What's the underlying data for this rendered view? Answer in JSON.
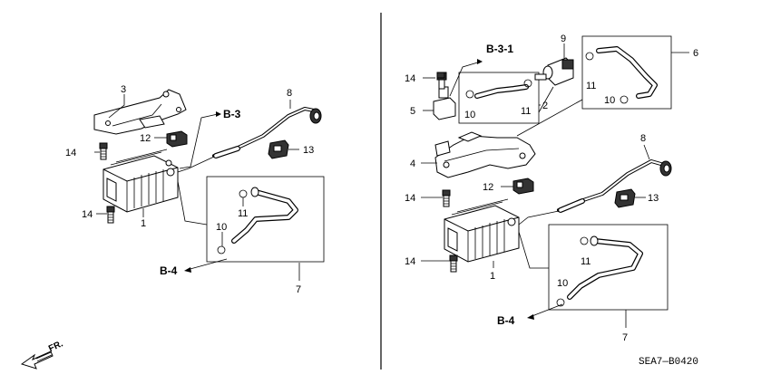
{
  "labels": {
    "left_1": "1",
    "left_3": "3",
    "left_7": "7",
    "left_8": "8",
    "left_10": "10",
    "left_11": "11",
    "left_12": "12",
    "left_13": "13",
    "left_14a": "14",
    "left_14b": "14",
    "right_1": "1",
    "right_2": "2",
    "right_4": "4",
    "right_5": "5",
    "right_6": "6",
    "right_7": "7",
    "right_8": "8",
    "right_9": "9",
    "right_10a": "10",
    "right_10b": "10",
    "right_10c": "10",
    "right_11a": "11",
    "right_11b": "11",
    "right_11c": "11",
    "right_12": "12",
    "right_13": "13",
    "right_14a": "14",
    "right_14b": "14",
    "right_14c": "14"
  },
  "refs": {
    "left_b3": "B-3",
    "left_b4": "B-4",
    "right_b31": "B-3-1",
    "right_b4": "B-4"
  },
  "direction": "FR.",
  "diagram_code": "SEA7—B0420",
  "colors": {
    "line": "#000000",
    "background": "#ffffff"
  }
}
